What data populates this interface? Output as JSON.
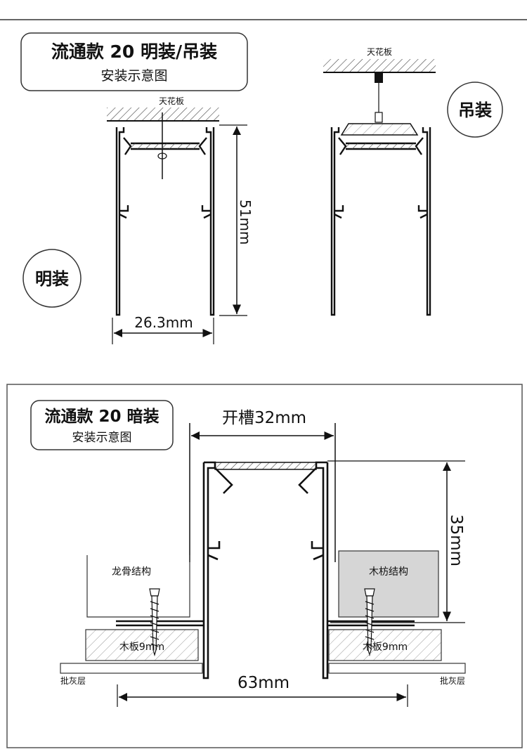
{
  "top": {
    "title": "流通款 20 明装/吊装",
    "subtitle": "安装示意图",
    "surface_ceiling": {
      "ceiling_label": "天花板",
      "badge": "明装",
      "height_dim": "51mm",
      "width_dim": "26.3mm"
    },
    "suspended": {
      "ceiling_label": "天花板",
      "badge": "吊装"
    }
  },
  "bottom": {
    "title": "流通款 20 暗装",
    "subtitle": "安装示意图",
    "slot_dim": "开槽32mm",
    "height_dim": "35mm",
    "width_dim": "63mm",
    "left_frame_label": "龙骨结构",
    "right_block_label": "木枋结构",
    "left_board_label": "木板9mm",
    "right_board_label": "木板9mm",
    "left_plaster_label": "批灰层",
    "right_plaster_label": "批灰层"
  },
  "colors": {
    "line": "#111111",
    "wood_block_fill": "#d6d6d6",
    "frame_border": "#333333"
  }
}
